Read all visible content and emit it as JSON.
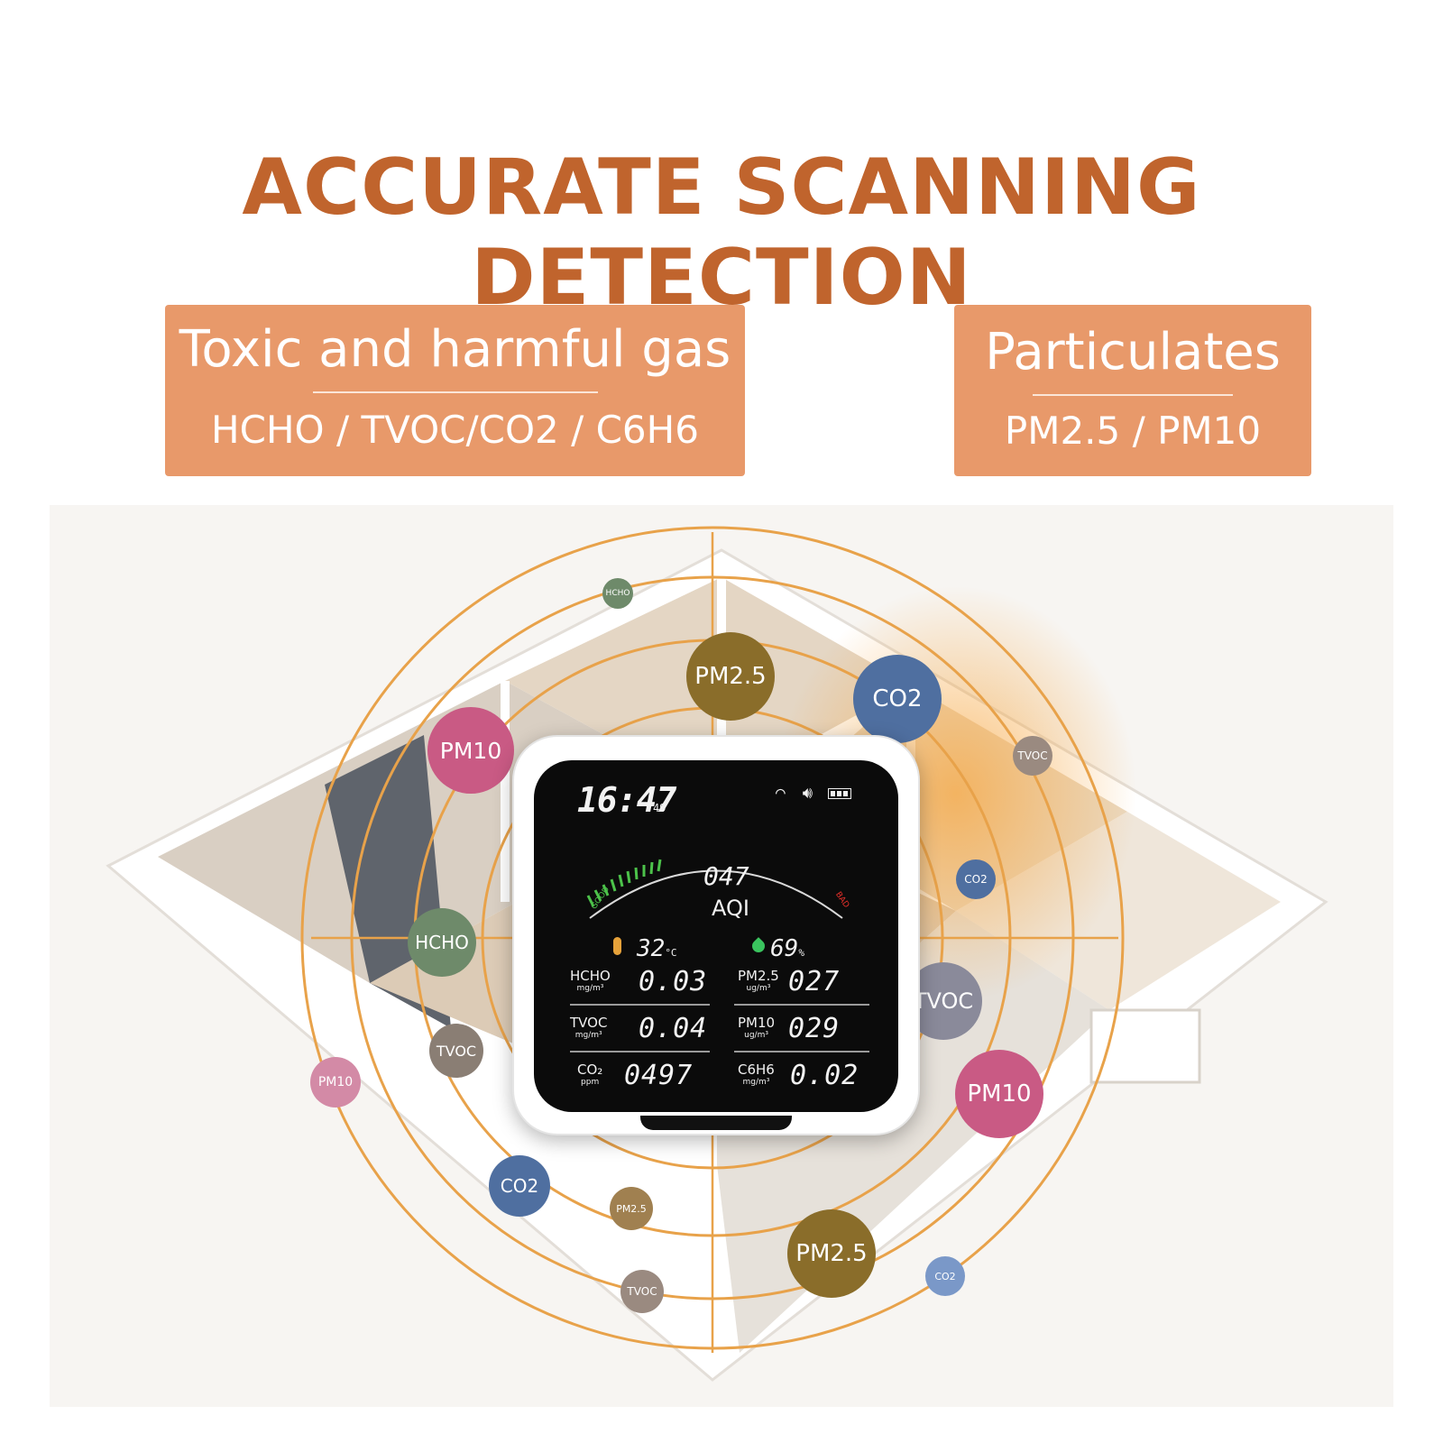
{
  "headline": "ACCURATE SCANNING DETECTION",
  "badges": {
    "gas": {
      "title": "Toxic and harmful gas",
      "subtitle": "HCHO / TVOC/CO2 / C6H6"
    },
    "particulates": {
      "title": "Particulates",
      "subtitle": "PM2.5 / PM10"
    }
  },
  "device": {
    "time": "16:47",
    "ampm": "49",
    "aqi_value": "047",
    "aqi_label": "AQI",
    "scale_good": "GOOD",
    "scale_bad": "BAD",
    "temperature": "32",
    "temperature_unit": "°C",
    "humidity": "69",
    "humidity_unit": "%",
    "readings": [
      {
        "name": "HCHO",
        "unit": "mg/m³",
        "value": "0.03"
      },
      {
        "name": "PM2.5",
        "unit": "ug/m³",
        "value": "027"
      },
      {
        "name": "TVOC",
        "unit": "mg/m³",
        "value": "0.04"
      },
      {
        "name": "PM10",
        "unit": "ug/m³",
        "value": "029"
      },
      {
        "name": "CO₂",
        "unit": "ppm",
        "value": "0497"
      },
      {
        "name": "C6H6",
        "unit": "mg/m³",
        "value": "0.02"
      }
    ]
  },
  "bubbles": [
    {
      "label": "HCHO",
      "color": "#6e8a6a"
    },
    {
      "label": "PM2.5",
      "color": "#8a6d2a"
    },
    {
      "label": "CO2",
      "color": "#4f6fa0"
    },
    {
      "label": "PM10",
      "color": "#c95a84"
    },
    {
      "label": "TVOC",
      "color": "#9a8a80"
    },
    {
      "label": "CO2",
      "color": "#4f6fa0"
    },
    {
      "label": "HCHO",
      "color": "#6e8a6a"
    },
    {
      "label": "TVOC",
      "color": "#8a8a9a"
    },
    {
      "label": "TVOC",
      "color": "#8a7e74"
    },
    {
      "label": "PM10",
      "color": "#d38aa6"
    },
    {
      "label": "PM10",
      "color": "#c95a84"
    },
    {
      "label": "CO2",
      "color": "#4f6fa0"
    },
    {
      "label": "PM2.5",
      "color": "#a08050"
    },
    {
      "label": "PM2.5",
      "color": "#8a6d2a"
    },
    {
      "label": "TVOC",
      "color": "#9a8a80"
    },
    {
      "label": "CO2",
      "color": "#7a98c8"
    }
  ],
  "colors": {
    "headline": "#c0642d",
    "badge": "#e8996a",
    "rings": "#e8a24a",
    "good": "#4cc24a",
    "bad": "#e8302a"
  }
}
